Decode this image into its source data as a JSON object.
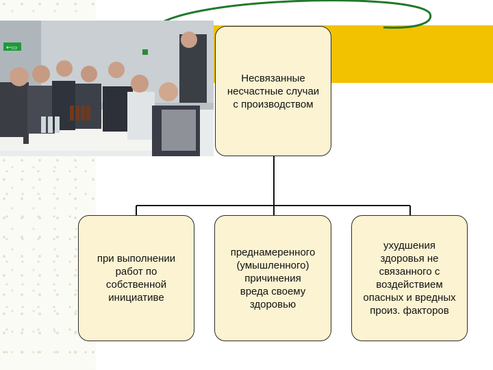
{
  "diagram": {
    "root": {
      "label": "Несвязанные\nнесчастные случаи\nс производством"
    },
    "children": [
      {
        "label": "при выполнении\nработ по\nсобственной\nинициативе"
      },
      {
        "label": "преднамеренного\n(умышленного)\nпричинения\nвреда своему\nздоровью"
      },
      {
        "label": "ухудшения\nздоровья не\nсвязанного с\nвоздействием\nопасных и вредных\nпроиз. факторов"
      }
    ]
  },
  "colors": {
    "accent_band": "#f2c200",
    "node_fill": "#fbf3d2",
    "node_border": "#2b2b2b",
    "arc": "#1f7a2a"
  },
  "photo": {
    "subject": "group of people seated at a table"
  }
}
